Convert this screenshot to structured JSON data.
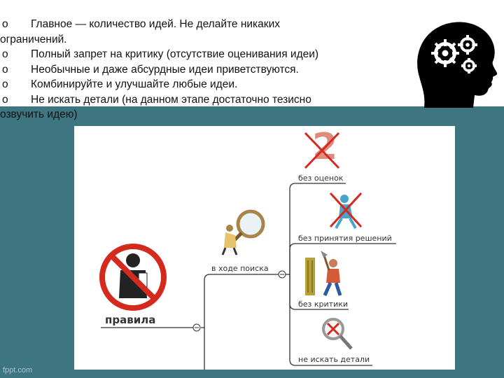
{
  "bullets": [
    {
      "marker": "o",
      "text": "Главное — количество идей. Не делайте никаких",
      "cont": "ограничений."
    },
    {
      "marker": "o",
      "text": "Полный запрет на критику (отсутствие оценивания идеи)"
    },
    {
      "marker": "o",
      "text": "Необычные и даже абсурдные идеи приветствуются."
    },
    {
      "marker": "o",
      "text": "Комбинируйте и улучшайте любые идеи."
    },
    {
      "marker": "o",
      "text": "Не искать детали (на данном этапе достаточно тезисно",
      "cont": "озвучить идею)"
    }
  ],
  "mindmap": {
    "root": "правила",
    "branch": "в ходе поиска",
    "leaves": [
      "без оценок",
      "без принятия решений",
      "без критики",
      "не искать детали"
    ],
    "number_badge": "2"
  },
  "icons": [
    "head-gears-icon",
    "no-entry-person-icon",
    "magnifier-figure-icon",
    "crossed-number-icon",
    "crossed-figure-icon",
    "woodcutter-icon",
    "crossed-magnifier-icon"
  ],
  "colors": {
    "background": "#3d7580",
    "prohibit_red": "#d42a1e",
    "line": "#333333"
  },
  "footer": "fppt.com"
}
